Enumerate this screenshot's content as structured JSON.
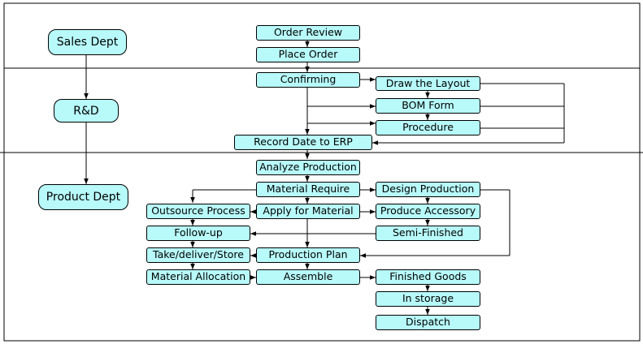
{
  "colors": {
    "box_fill": "#b8fafa",
    "line": "#000000",
    "background": "#ffffff"
  },
  "departments": {
    "sales": "Sales Dept",
    "rd": "R&D",
    "product": "Product Dept"
  },
  "steps": {
    "order_review": "Order Review",
    "place_order": "Place Order",
    "confirming": "Confirming",
    "draw_layout": "Draw the Layout",
    "bom_form": "BOM Form",
    "procedure": "Procedure",
    "record_erp": "Record Date to ERP",
    "analyze_production": "Analyze Production",
    "material_require": "Material Require",
    "design_production": "Design Production",
    "outsource_process": "Outsource Process",
    "apply_material": "Apply for Material",
    "produce_accessory": "Produce Accessory",
    "follow_up": "Follow-up",
    "semi_finished": "Semi-Finished",
    "take_deliver_store": "Take/deliver/Store",
    "production_plan": "Production Plan",
    "material_allocation": "Material Allocation",
    "assemble": "Assemble",
    "finished_goods": "Finished Goods",
    "in_storage": "In storage",
    "dispatch": "Dispatch"
  }
}
